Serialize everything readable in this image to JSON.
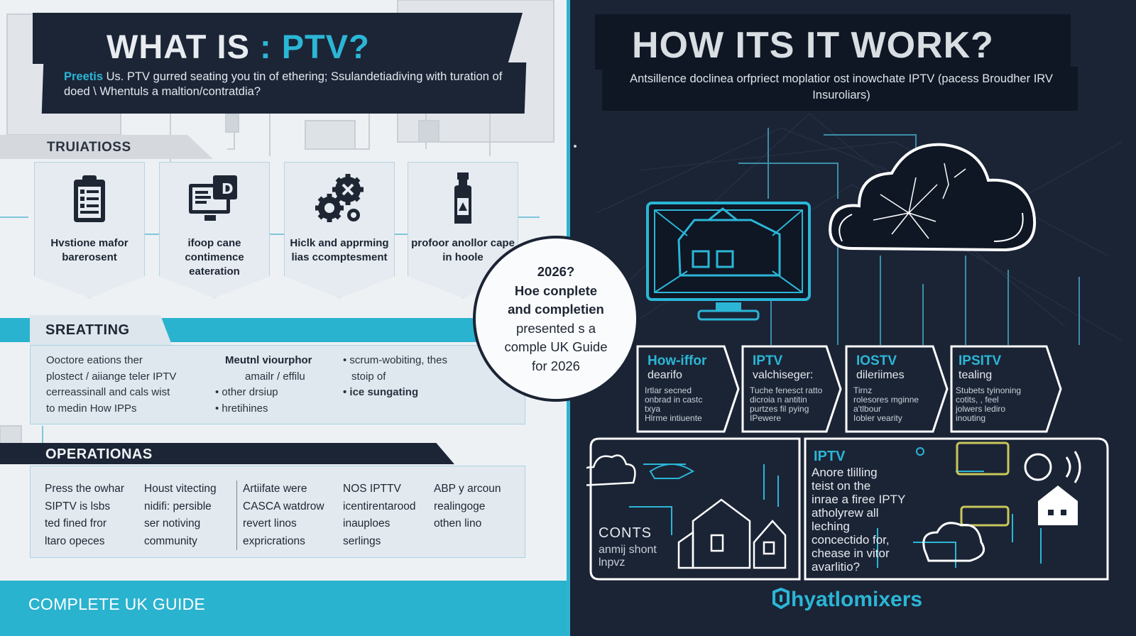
{
  "left": {
    "title_prefix": "WHAT IS ",
    "title_accent": ": PTV?",
    "subtitle_lead": "Preetis",
    "subtitle_rest": " Us. PTV gurred seating you tin of ethering; Ssulandetiadiving with turation of doed \\ Whentuls a maltion/contratdia?",
    "section_tab": "TRUIATIOSS",
    "cards": [
      {
        "label": "Hvstione mafor barerosent",
        "icon": "clipboard-icon"
      },
      {
        "label": "ifoop cane contimence eateration",
        "icon": "monitor-icon"
      },
      {
        "label": "Hiclk and apprming lias ccomptesment",
        "icon": "gears-icon"
      },
      {
        "label": "profoor anollor cape in hoole",
        "icon": "bottle-icon"
      }
    ],
    "sreatting": {
      "title": "SREATTING",
      "col1": [
        "Ooctore eations ther",
        "plostect / aiiange teler IPTV",
        "cerreassinall and cals wist",
        "to medin How IPPs"
      ],
      "col2_lead": "Meutnl viourphor",
      "col2": [
        "amailr / effilu",
        "other drsiup",
        "hretihines"
      ],
      "col3": [
        "scrum-wobiting, thes",
        "stoip of",
        "ice sungating"
      ]
    },
    "operations": {
      "title": "OPERATIONAS",
      "cols": [
        [
          "Press the owhar",
          "SIPTV is lsbs",
          "ted fined fror",
          "ltaro opeces"
        ],
        [
          "Houst vitecting",
          "nidifi: persible",
          "ser notiving",
          "community"
        ],
        [
          "Artiifate were",
          "CASCA watdrow",
          "revert linos",
          "expricrations"
        ],
        [
          "NOS IPTTV",
          "icentirentarood",
          "inauploes",
          "serlings"
        ],
        [
          "ABP y arcoun",
          "realingoge",
          "othen lino"
        ]
      ]
    },
    "footer": "COMPLETE UK GUIDE"
  },
  "center_badge": [
    "2026?",
    "Hoe conplete",
    "and completien",
    "presented s a",
    "comple UK Guide",
    "for 2026"
  ],
  "right": {
    "title": "HOW ITS IT WORK?",
    "subtitle": "Antsillence doclinea orfpriect moplatior ost inowchate IPTV (pacess Broudher IRV Insuroliars)",
    "steps": [
      {
        "head": "How-iffor",
        "sub": "dearifo",
        "body": [
          "Irtlar secned",
          "onbrad in castc",
          "txya",
          "Hlrme intiuente"
        ]
      },
      {
        "head": "IPTV",
        "sub": "valchiseger:",
        "body": [
          "Tuche fenesct ratto",
          "dicroia n antitin",
          "purtzes fil pying",
          "IPewere"
        ]
      },
      {
        "head": "IOSTV",
        "sub": "dileriimes",
        "body": [
          "Tirnz",
          "rolesores mginne",
          "a'tlbour",
          "Iobler vearity"
        ]
      },
      {
        "head": "IPSITV",
        "sub": "tealing",
        "body": [
          "Stubets tyinoning",
          "cotits, , feel",
          "jolwers lediro",
          "inouting"
        ]
      }
    ],
    "iptv_panel": {
      "head": "IPTV",
      "body": [
        "Anore tlilling",
        "teist on the",
        "inrae a firee IPTY",
        "atholyrew all",
        "leching",
        "concectido for,",
        "chease in vitor",
        "avarlitio?"
      ]
    },
    "cont_label": "CONTS",
    "cont_sub": [
      "anmij shont",
      "lnpvz"
    ],
    "brand": "hyatlomixers"
  },
  "colors": {
    "accent": "#2bb6d6",
    "dark": "#1c2536",
    "panel": "#1b2435"
  }
}
